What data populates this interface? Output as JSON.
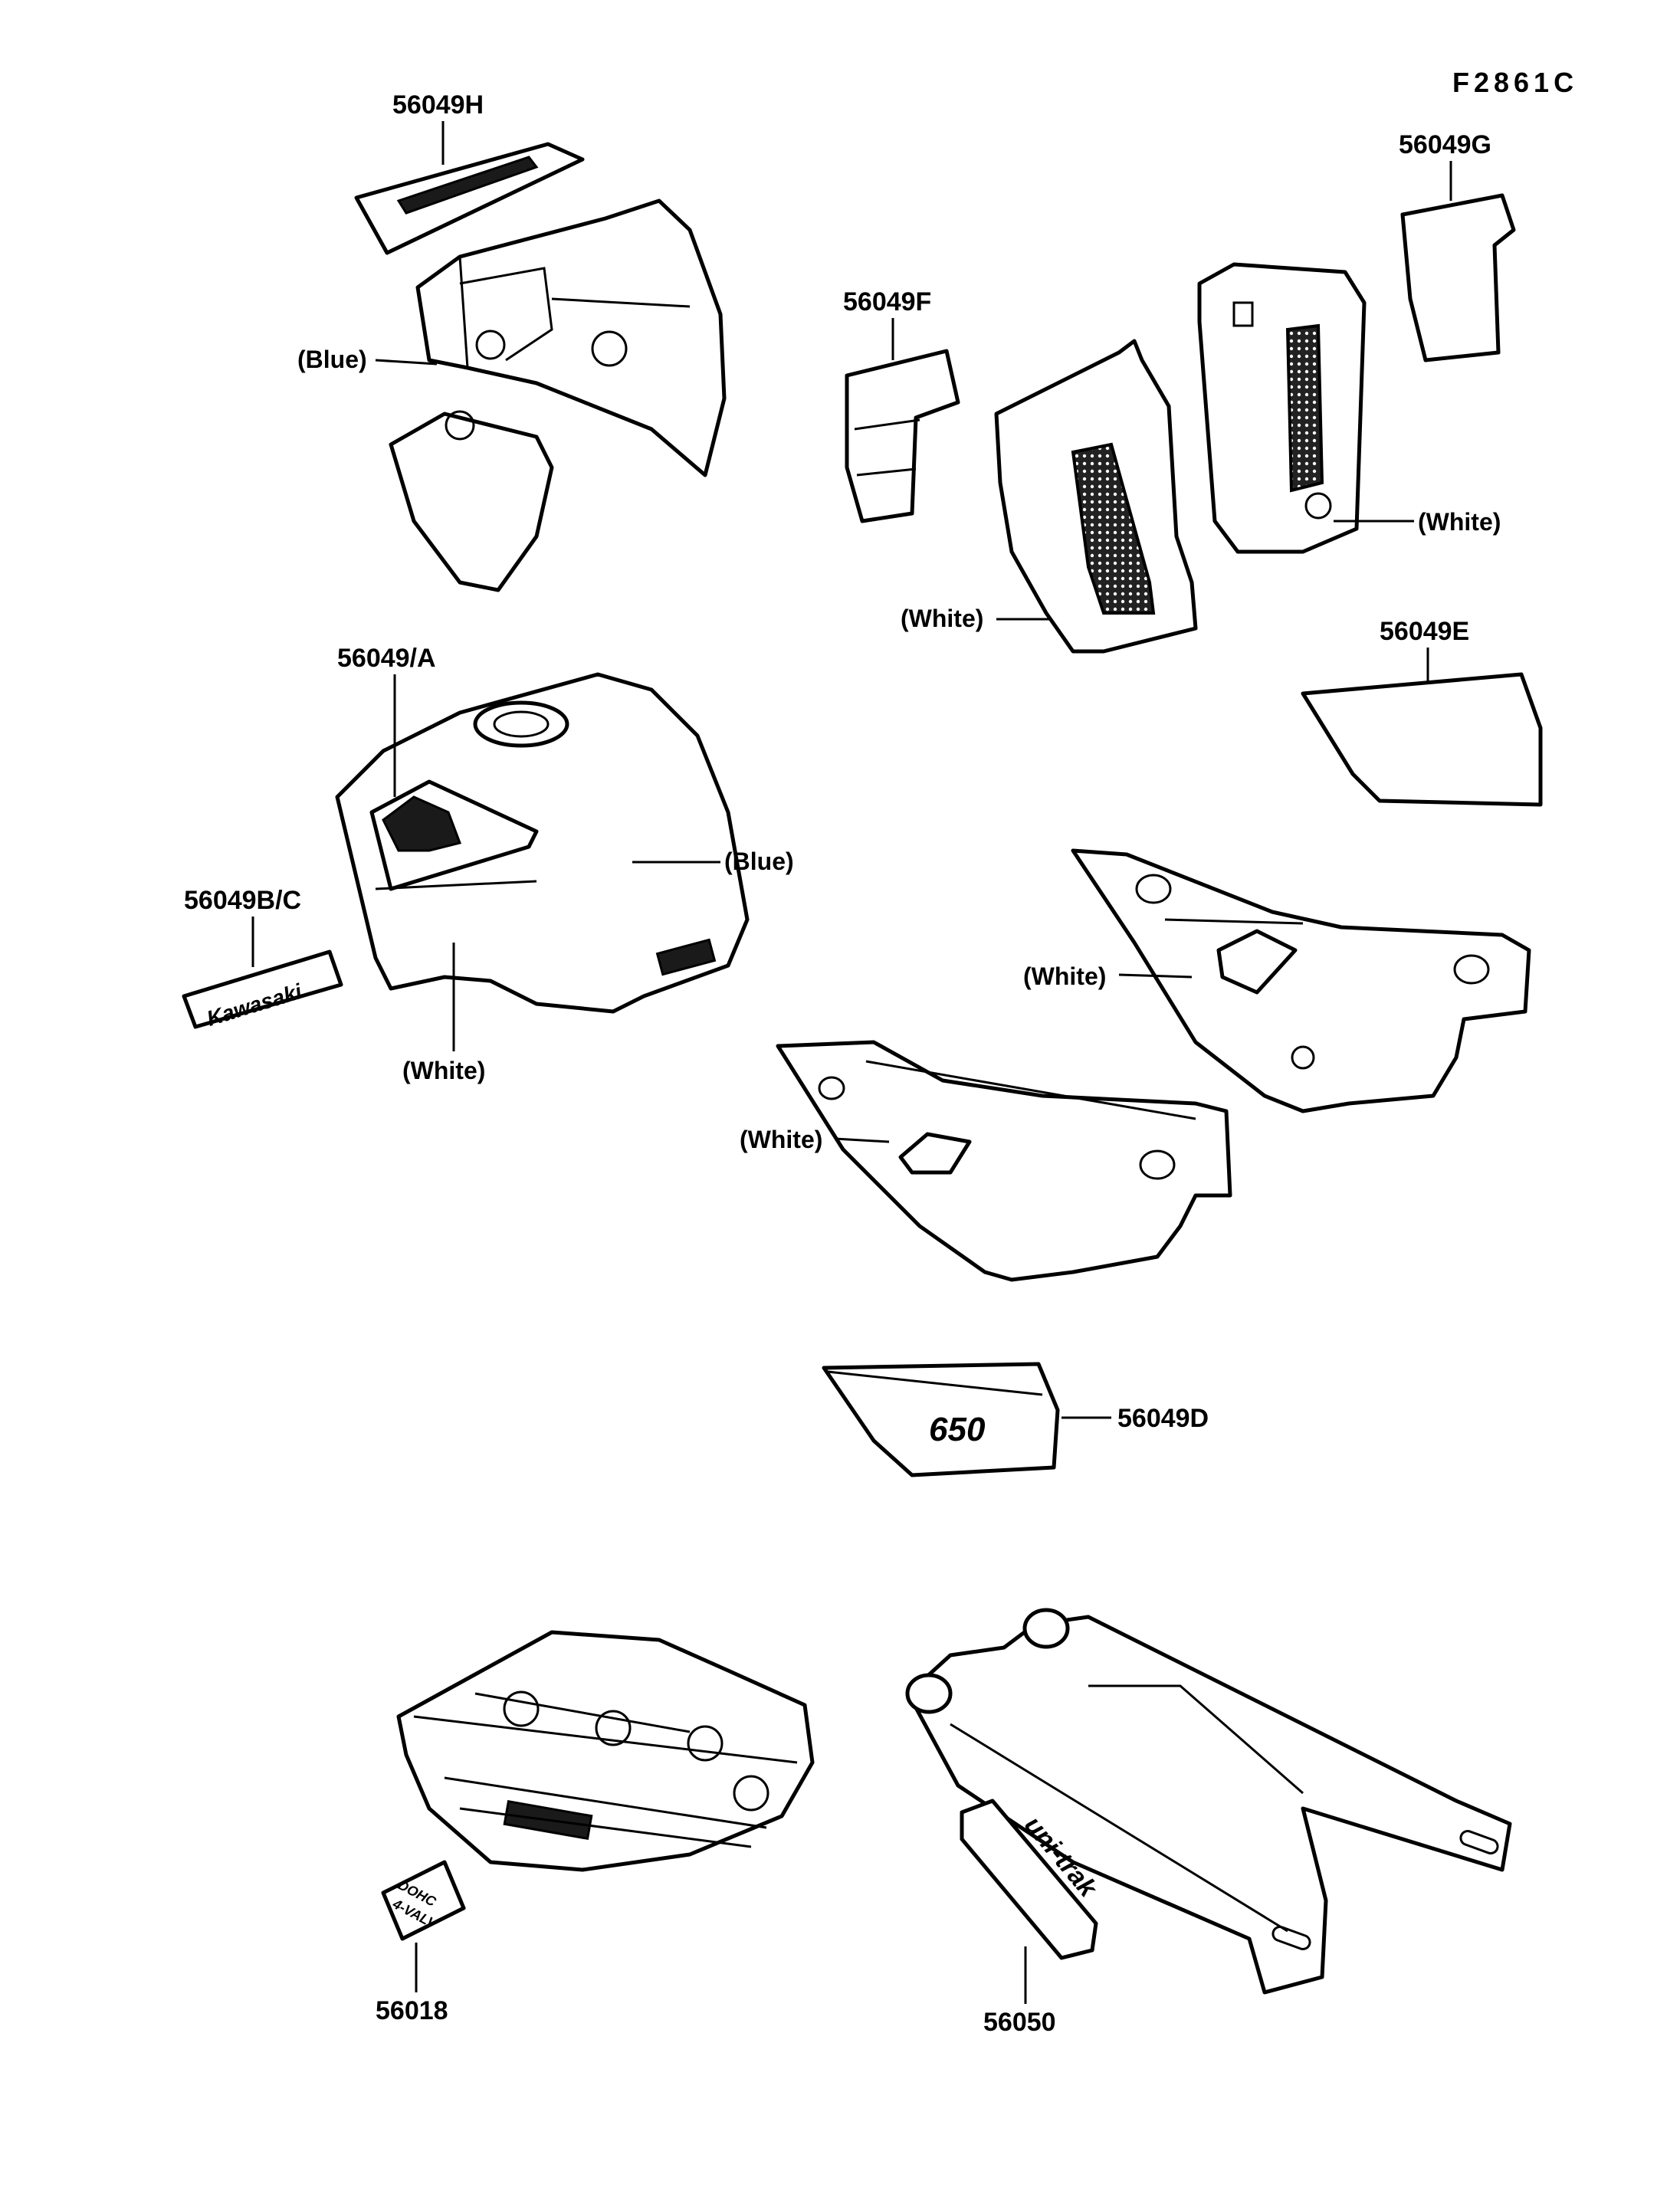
{
  "figure_code": "F2861C",
  "parts": {
    "front_fairing_decal": "56049H",
    "front_fairing_color": "(Blue)",
    "side_panel_decal": "56049F",
    "side_panel_color": "(White)",
    "rear_panel_decal": "56049G",
    "rear_panel_color": "(White)",
    "tank_decal_a": "56049/A",
    "tank_color_upper": "(Blue)",
    "tank_color_lower": "(White)",
    "tank_brand_decal": "56049B/C",
    "rear_decal_e": "56049E",
    "right_cover_color": "(White)",
    "left_cover_color": "(White)",
    "cover_decal_d": "56049D",
    "engine_decal": "56018",
    "swingarm_decal": "56050"
  },
  "decal_texts": {
    "brand": "Kawasaki",
    "displacement": "650",
    "engine_line1": "DOHC",
    "engine_line2": "4-VALV",
    "swingarm": "uni-trak"
  }
}
